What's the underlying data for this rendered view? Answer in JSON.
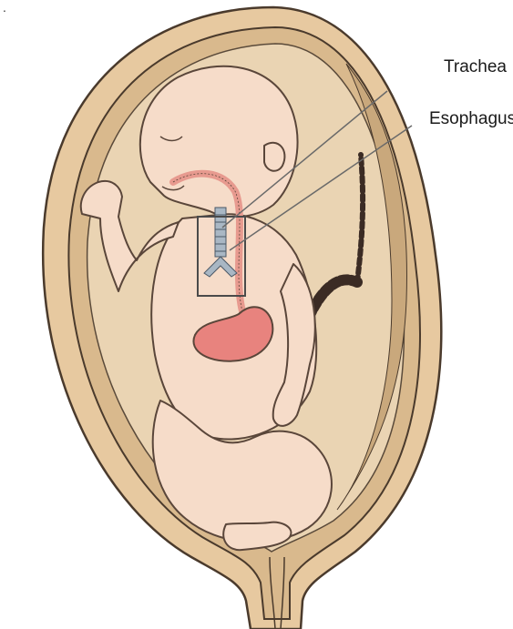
{
  "labels": {
    "trachea": "Trachea",
    "esophagus": "Esophagus"
  },
  "colors": {
    "uterus_wall": "#e7c9a0",
    "uterus_outline": "#4a3a2c",
    "amniotic_space": "#ffffff",
    "cavity_tan": "#d7bd95",
    "skin": "#f6dcc9",
    "skin_outline": "#5a463a",
    "esophagus": "#e79a8f",
    "trachea": "#a9b7c4",
    "stomach": "#e8837e",
    "umbilical_cord": "#3b2b24",
    "highlight_box": "#4a4a4a"
  },
  "icons": {
    "fetus": "fetus-illustration",
    "uterus": "uterus-illustration"
  }
}
